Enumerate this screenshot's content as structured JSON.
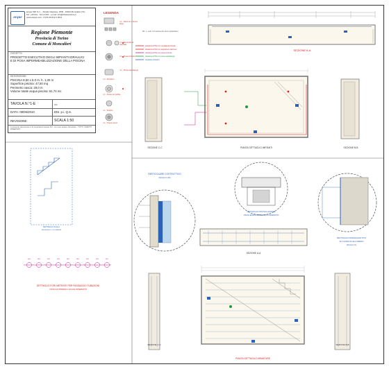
{
  "company": {
    "logo_text": "acque",
    "lines": [
      "acque SRI S.r.l. - Strada Vaigrana, 18/B - 10024 Moncalieri (To)",
      "Tel. +39 011 - 64 12 001 - e-mail: info@idratopiscine.it",
      "www.acque.com - P.IVA 09 812 6 0011"
    ]
  },
  "title_block": {
    "region": "Regione Piemonte",
    "province": "Provincia di Torino",
    "municipality": "Comune di Moncalieri",
    "object_label": "OGGETTO:",
    "project_title": [
      "PROGETTO ESECUTIVO DEGLI IMPIANTI IDRAULICI",
      "E DI POSA IMPERMEABILIZZAZIONE DELLA PISCINA"
    ],
    "description_label": "DESCRIZIONE:",
    "pool_lines": [
      "PISCINA 9,50 x 5.0 m. h. 1,30 m",
      "Superficie piscina: 47,50 mq",
      "Perimetro vasca: 29,0 m",
      "Volume totale acqua piscina: 61,74 mc"
    ],
    "sheet_label": "TAVOLA N.°1-E",
    "sheet_extra": "rev.",
    "date_label": "DATA: 08/06/2010",
    "drawn_label": "DIS. p.i. Q.S.",
    "revision_label": "REVISIONE:",
    "scale_label": "SCALA 1:50",
    "footer": "Il presente documento è di proprietà di acque Srl - non può essere riprodotto - TUTTI I DIRITTI RISERVATI"
  },
  "legend": {
    "title": "LEGENDA",
    "items": [
      "n.1 - Skimmer a bocca larga",
      "n.4 - Bocchette di mandata",
      "n.1 - Presa di fondo",
      "n.1 - Presa aspirafango",
      "n.2 - Proiettori",
      "n.1 - Presa per pulizia",
      "n.1 - Scarico",
      "n.1 - Troppo pieno"
    ]
  },
  "drawings": {
    "section_a": "SEZIONE A-A",
    "section_c": "SEZIONE C-C",
    "section_b": "SEZIONE B-B",
    "plan_plumbing": "PIANTA DETTAGLIO IMPIANTI",
    "particular": "PARTICOLARE COSTRUTTIVO",
    "particular_scale": "(SCALA 1:20)",
    "motor_detail": "DETTAGLIO INSTALLAZIONE",
    "motor_detail_2": "VANO ESPANSIBILE MOTORIZZATO",
    "pass_detail": "DETTAGLIO PASSAGGIO PVC",
    "pass_detail_2": "SU GUIDA IN ALLUMINIO",
    "pass_detail_scale": "(SCALA 1:4)",
    "stairs_title": "DETTAGLIO SCALA",
    "stairs_sub": "DA INCASSO CON GRADINI",
    "holes_title": "DETTAGLIO FORI METRATE PER PASSAGGIO TUBAZIONI",
    "holes_sub": "VISTA DA INTERNO LOCALE INTERRATO",
    "section_aa_2": "SEZIONE A-A",
    "section_cc_2": "SEZIONE C-C",
    "section_bb_2": "SEZIONE B-B",
    "plan_rebar": "PIANTA DETTAGLIO ARMATURE"
  },
  "colors": {
    "red": "#d9201f",
    "blue": "#2b62b8",
    "green": "#1c9b3b",
    "magenta": "#c2188f",
    "orange": "#e07b16"
  }
}
